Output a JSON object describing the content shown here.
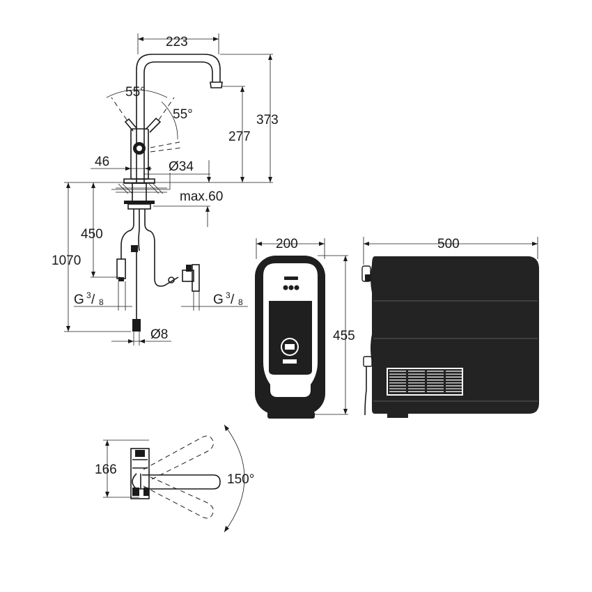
{
  "dimensions": {
    "spout_reach": "223",
    "total_height": "373",
    "spout_height": "277",
    "lever_angle_left": "55°",
    "lever_angle_right": "55°",
    "body_offset": "46",
    "tube_diameter": "Ø34",
    "counter_thickness": "max.60",
    "hose_length": "450",
    "total_hose": "1070",
    "thread_left": "G",
    "thread_right": "G",
    "thread_fraction_num": "3",
    "thread_fraction_den": "8",
    "pipe_diameter": "Ø8",
    "boiler_width": "200",
    "boiler_height": "455",
    "boiler_depth": "500",
    "top_view_depth": "166",
    "swivel_angle": "150°"
  },
  "colors": {
    "line": "#1a1a1a",
    "boiler_body": "#1f1f1f",
    "boiler_panel": "#ffffff",
    "boiler_side": "#232323"
  },
  "icons": {
    "filter_badge": "filter-icon",
    "status_lights": "led-dots-icon"
  }
}
